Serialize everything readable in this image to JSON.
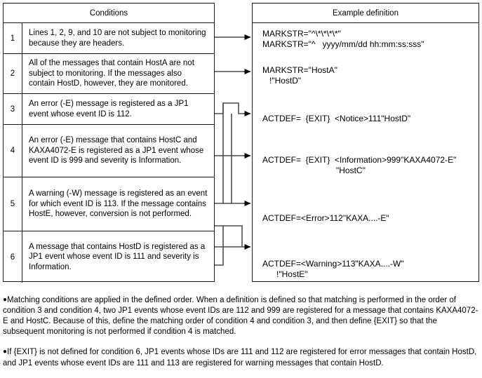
{
  "table": {
    "header": "Conditions",
    "rows": [
      {
        "num": "1",
        "text": "Lines 1, 2, 9, and 10 are not subject to monitoring because they are headers."
      },
      {
        "num": "2",
        "text": "All of the messages that contain HostA are not subject to monitoring. If the messages also contain HostD, however, they are monitored."
      },
      {
        "num": "3",
        "text": "An error (-E) message is registered as a JP1 event whose event ID is 112."
      },
      {
        "num": "4",
        "text": "An error (-E) message that contains HostC and KAXA4072-E is registered as a JP1 event whose event ID is 999 and severity is Information."
      },
      {
        "num": "5",
        "text": "A warning (-W) message is registered as an event for which event ID is 113. If the message contains HostE, however, conversion is not performed."
      },
      {
        "num": "6",
        "text": "A message that contains HostD is registered as a JP1 event whose event ID is 111 and severity is Information."
      }
    ]
  },
  "definition": {
    "header": "Example definition",
    "blocks": [
      {
        "line1": "MARKSTR=\"^\\*\\*\\*\\*\"",
        "line2": "MARKSTR=\"^   yyyy/mm/dd hh:mm:ss:sss\""
      },
      {
        "line1": "MARKSTR=\"HostA\"",
        "line2": "   !\"HostD\""
      },
      {
        "line1": "ACTDEF=  {EXIT}  <Notice>111\"HostD\""
      },
      {
        "line1": "ACTDEF=  {EXIT}  <Information>999\"KAXA4072-E\"",
        "line2": "\"HostC\""
      },
      {
        "line1": "ACTDEF=<Error>112\"KAXA....-E\""
      },
      {
        "line1": "ACTDEF=<Warning>113\"KAXA....-W\"",
        "line2": "      !\"HostE\""
      }
    ]
  },
  "notes": [
    "Matching conditions are applied in the defined order. When a definition is defined so that matching is performed in the order of condition 3 and condition 4, two JP1 events whose event IDs are 112 and 999 are registered for a message that contains KAXA4072-E and HostC. Because of this, define the matching order of condition 4 and condition 3, and then define {EXIT} so that the subsequent monitoring is not performed if condition 4 is matched.",
    "If {EXIT} is not defined for condition 6, JP1 events whose IDs are 111 and 112 are registered for error messages that contain HostD, and JP1 events whose event IDs are 111 and 113 are registered for warning messages that contain HostD."
  ],
  "colors": {
    "border": "#1a1a1a",
    "connector": "#4d4d4d",
    "arrow": "#000000",
    "text": "#000000",
    "background": "#ffffff"
  },
  "bullet_glyph": "●"
}
